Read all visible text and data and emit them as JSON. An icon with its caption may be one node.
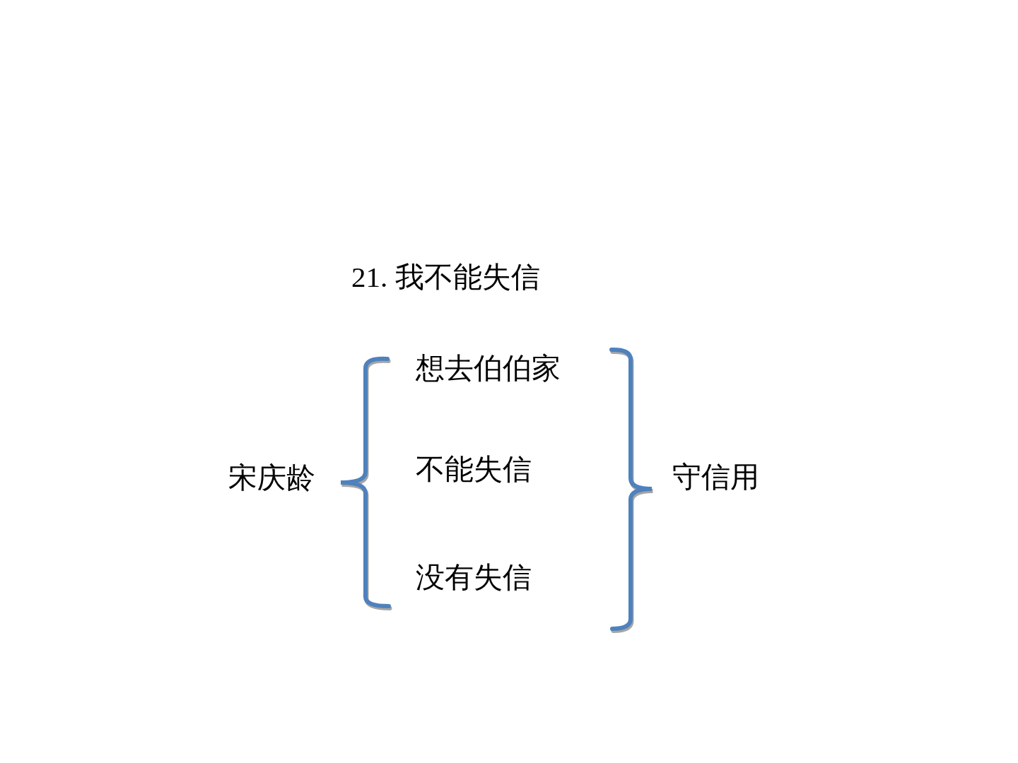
{
  "diagram": {
    "title": "21. 我不能失信",
    "labels": [
      "宋庆龄",
      "想去伯伯家",
      "不能失信",
      "没有失信",
      "守信用"
    ]
  }
}
